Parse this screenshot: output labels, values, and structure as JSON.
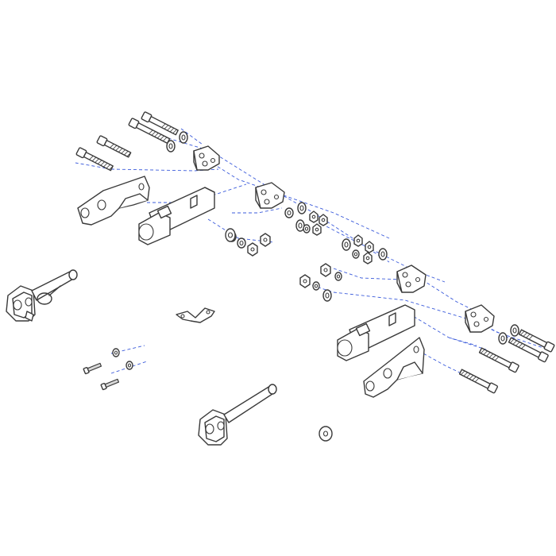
{
  "diagram": {
    "type": "exploded-assembly",
    "colors": {
      "line": "#3a3a3a",
      "guide": "#3b5bdb",
      "fill": "#ffffff",
      "shade": "#d9d9d9"
    },
    "parts": [
      "long-bolt",
      "flat-washer",
      "lock-washer",
      "hex-nut",
      "mounting-bracket",
      "receiver-tube",
      "flat-bracket",
      "tow-tab-pin",
      "safety-clip",
      "small-screw",
      "round-washer"
    ]
  }
}
